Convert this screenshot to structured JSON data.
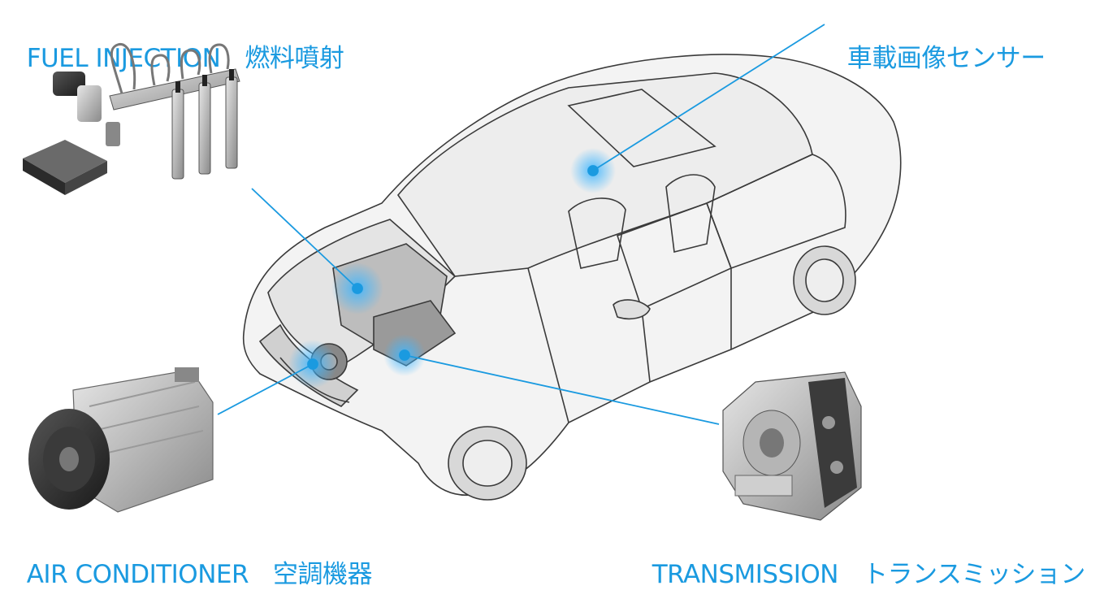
{
  "labels": {
    "fuel_injection": {
      "en": "FUEL INJECTION",
      "jp": "燃料噴射"
    },
    "image_sensor": {
      "jp": "車載画像センサー"
    },
    "air_conditioner": {
      "en": "AIR CONDITIONER",
      "jp": "空調機器"
    },
    "transmission": {
      "en": "TRANSMISSION",
      "jp": "トランスミッション"
    }
  },
  "colors": {
    "accent": "#1a9ae0",
    "line": "#1a9ae0",
    "glow": "#3fb6ff"
  },
  "components": [
    "fuel-injector-parts-image",
    "air-conditioner-compressor-image",
    "transmission-unit-image",
    "car-xray-illustration"
  ]
}
